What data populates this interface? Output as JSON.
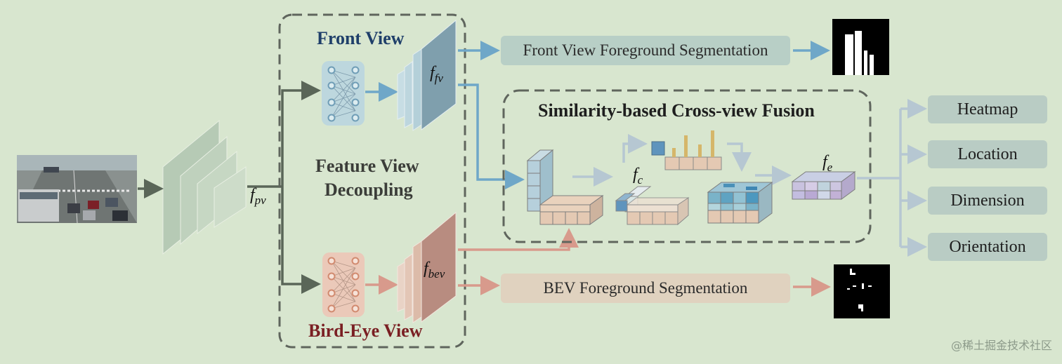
{
  "diagram": {
    "front_view_title": "Front View",
    "bird_eye_title": "Bird-Eye View",
    "decoupling_line1": "Feature View",
    "decoupling_line2": "Decoupling",
    "fusion_title": "Similarity-based Cross-view Fusion",
    "fv_seg_label": "Front View Foreground Segmentation",
    "bev_seg_label": "BEV Foreground Segmentation",
    "feature_labels": {
      "pv_base": "f",
      "pv_sub": "pv",
      "fv_base": "f",
      "fv_sub": "fv",
      "bev_base": "f",
      "bev_sub": "bev",
      "c_base": "f",
      "c_sub": "c",
      "e_base": "f",
      "e_sub": "e"
    },
    "outputs": [
      "Heatmap",
      "Location",
      "Dimension",
      "Orientation"
    ],
    "watermark": "@稀土掘金技术社区"
  },
  "colors": {
    "background": "#d8e6cf",
    "front_arrow": "#6fa7c8",
    "bev_arrow": "#d89a8c",
    "dark_arrow": "#5a6658",
    "front_title": "#1f3f6a",
    "bev_title": "#7a1f23",
    "fv_pill": "#b8cfc6",
    "bev_pill": "#e0d2bf",
    "output_pill": "#b9ccc4"
  }
}
